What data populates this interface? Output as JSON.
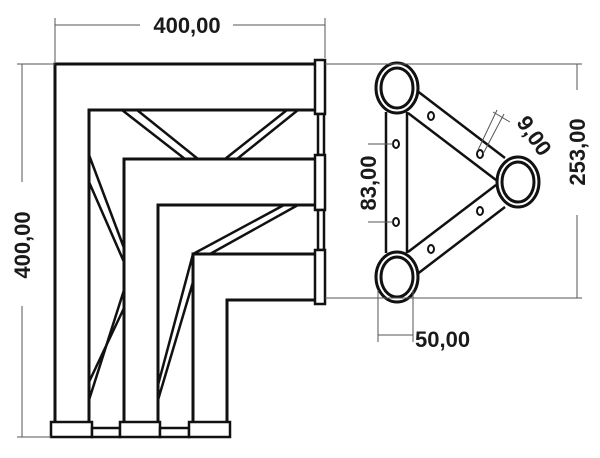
{
  "drawing": {
    "side_view": {
      "width_dimension": "400,00",
      "height_dimension": "400,00"
    },
    "cross_section": {
      "height_dimension": "253,00",
      "hole_spacing_dimension": "83,00",
      "hole_offset_dimension": "9,00",
      "tube_diameter_dimension": "50,00"
    },
    "colors": {
      "line": "#111111",
      "dimension_line": "#555555"
    }
  }
}
